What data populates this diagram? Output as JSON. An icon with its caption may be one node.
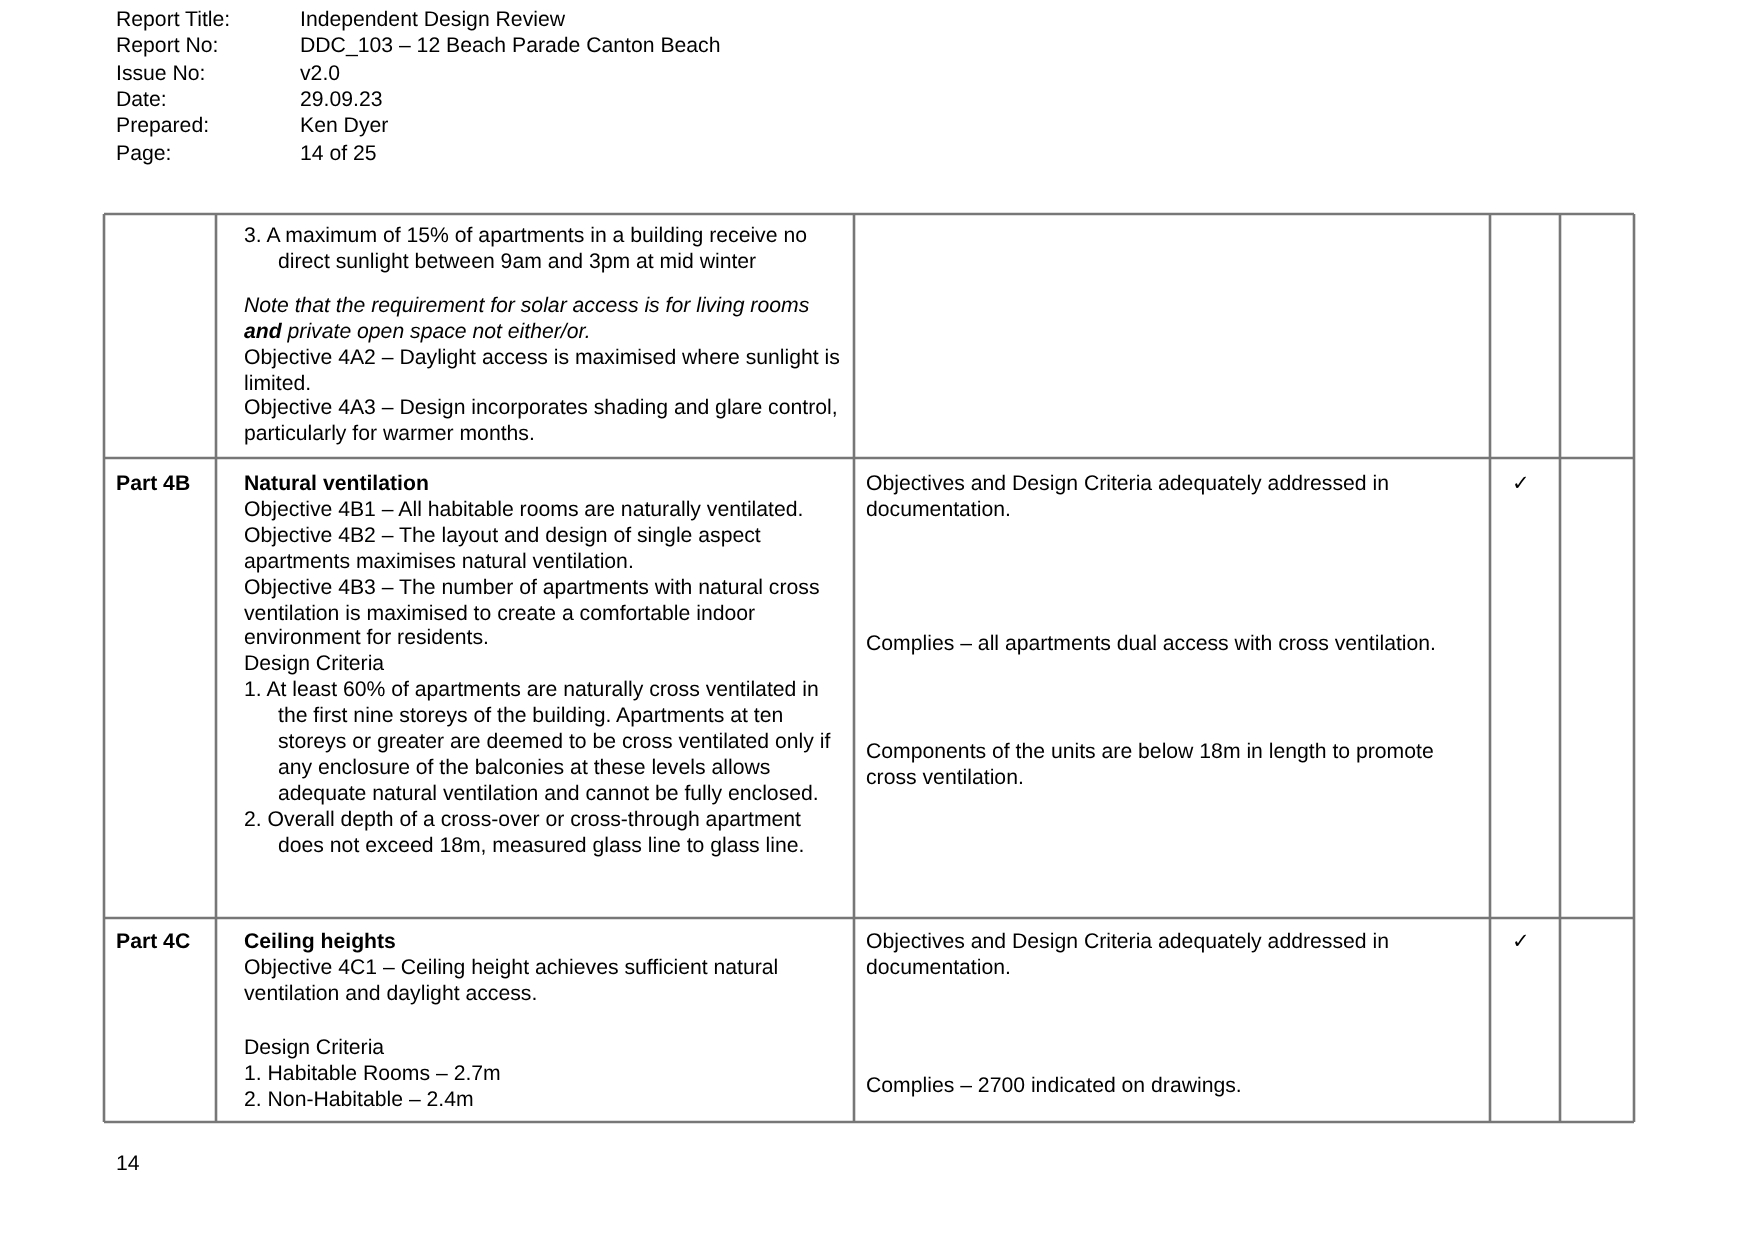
{
  "diagram": {
    "labels": [
      "Report Title:",
      "Independent Design Review",
      "Report No:",
      "DDC_103 – 12 Beach Parade Canton Beach",
      "Issue No:",
      "v2.0",
      "Date:",
      "29.09.23",
      "Prepared:",
      "Ken Dyer",
      "Page:",
      "14 of 25",
      "3. A maximum of 15% of apartments in a building receive no direct sunlight between 9am and 3pm at mid winter",
      "Note that the requirement for solar access is for living rooms **and** private open space not either/or.",
      "Objective 4A2 – Daylight access is maximised where sunlight is limited.",
      "Objective 4A3 – Design incorporates shading and glare control, particularly for warmer months.",
      "Part 4B",
      "Natural ventilation",
      "Objective 4B1 – All habitable rooms are naturally ventilated.",
      "Objective 4B2 – The layout and design of single aspect apartments maximises natural ventilation.",
      "Objective 4B3 – The number of apartments with natural cross ventilation is maximised to create a comfortable indoor environment for residents.",
      "Design Criteria",
      "1. At least 60% of apartments are naturally cross ventilated in the first nine storeys of the building. Apartments at ten storeys or greater are deemed to be cross ventilated only if any enclosure of the balconies at these levels allows adequate natural ventilation and cannot be fully enclosed.",
      "2. Overall depth of a cross-over or cross-through apartment does not exceed 18m, measured glass line to glass line.",
      "Objectives and Design Criteria adequately addressed in documentation.",
      "Complies – all apartments dual access with cross ventilation.",
      "Components of the units are below 18m in length to promote cross ventilation.",
      "✓",
      "Part 4C",
      "Ceiling heights",
      "Objective 4C1 – Ceiling height achieves sufficient natural ventilation and daylight access.",
      "Design Criteria",
      "1. Habitable Rooms – 2.7m",
      "2. Non-Habitable – 2.4m",
      "Objectives and Design Criteria adequately addressed in documentation.",
      "Complies – 2700 indicated on drawings.",
      "✓",
      "14"
    ]
  }
}
